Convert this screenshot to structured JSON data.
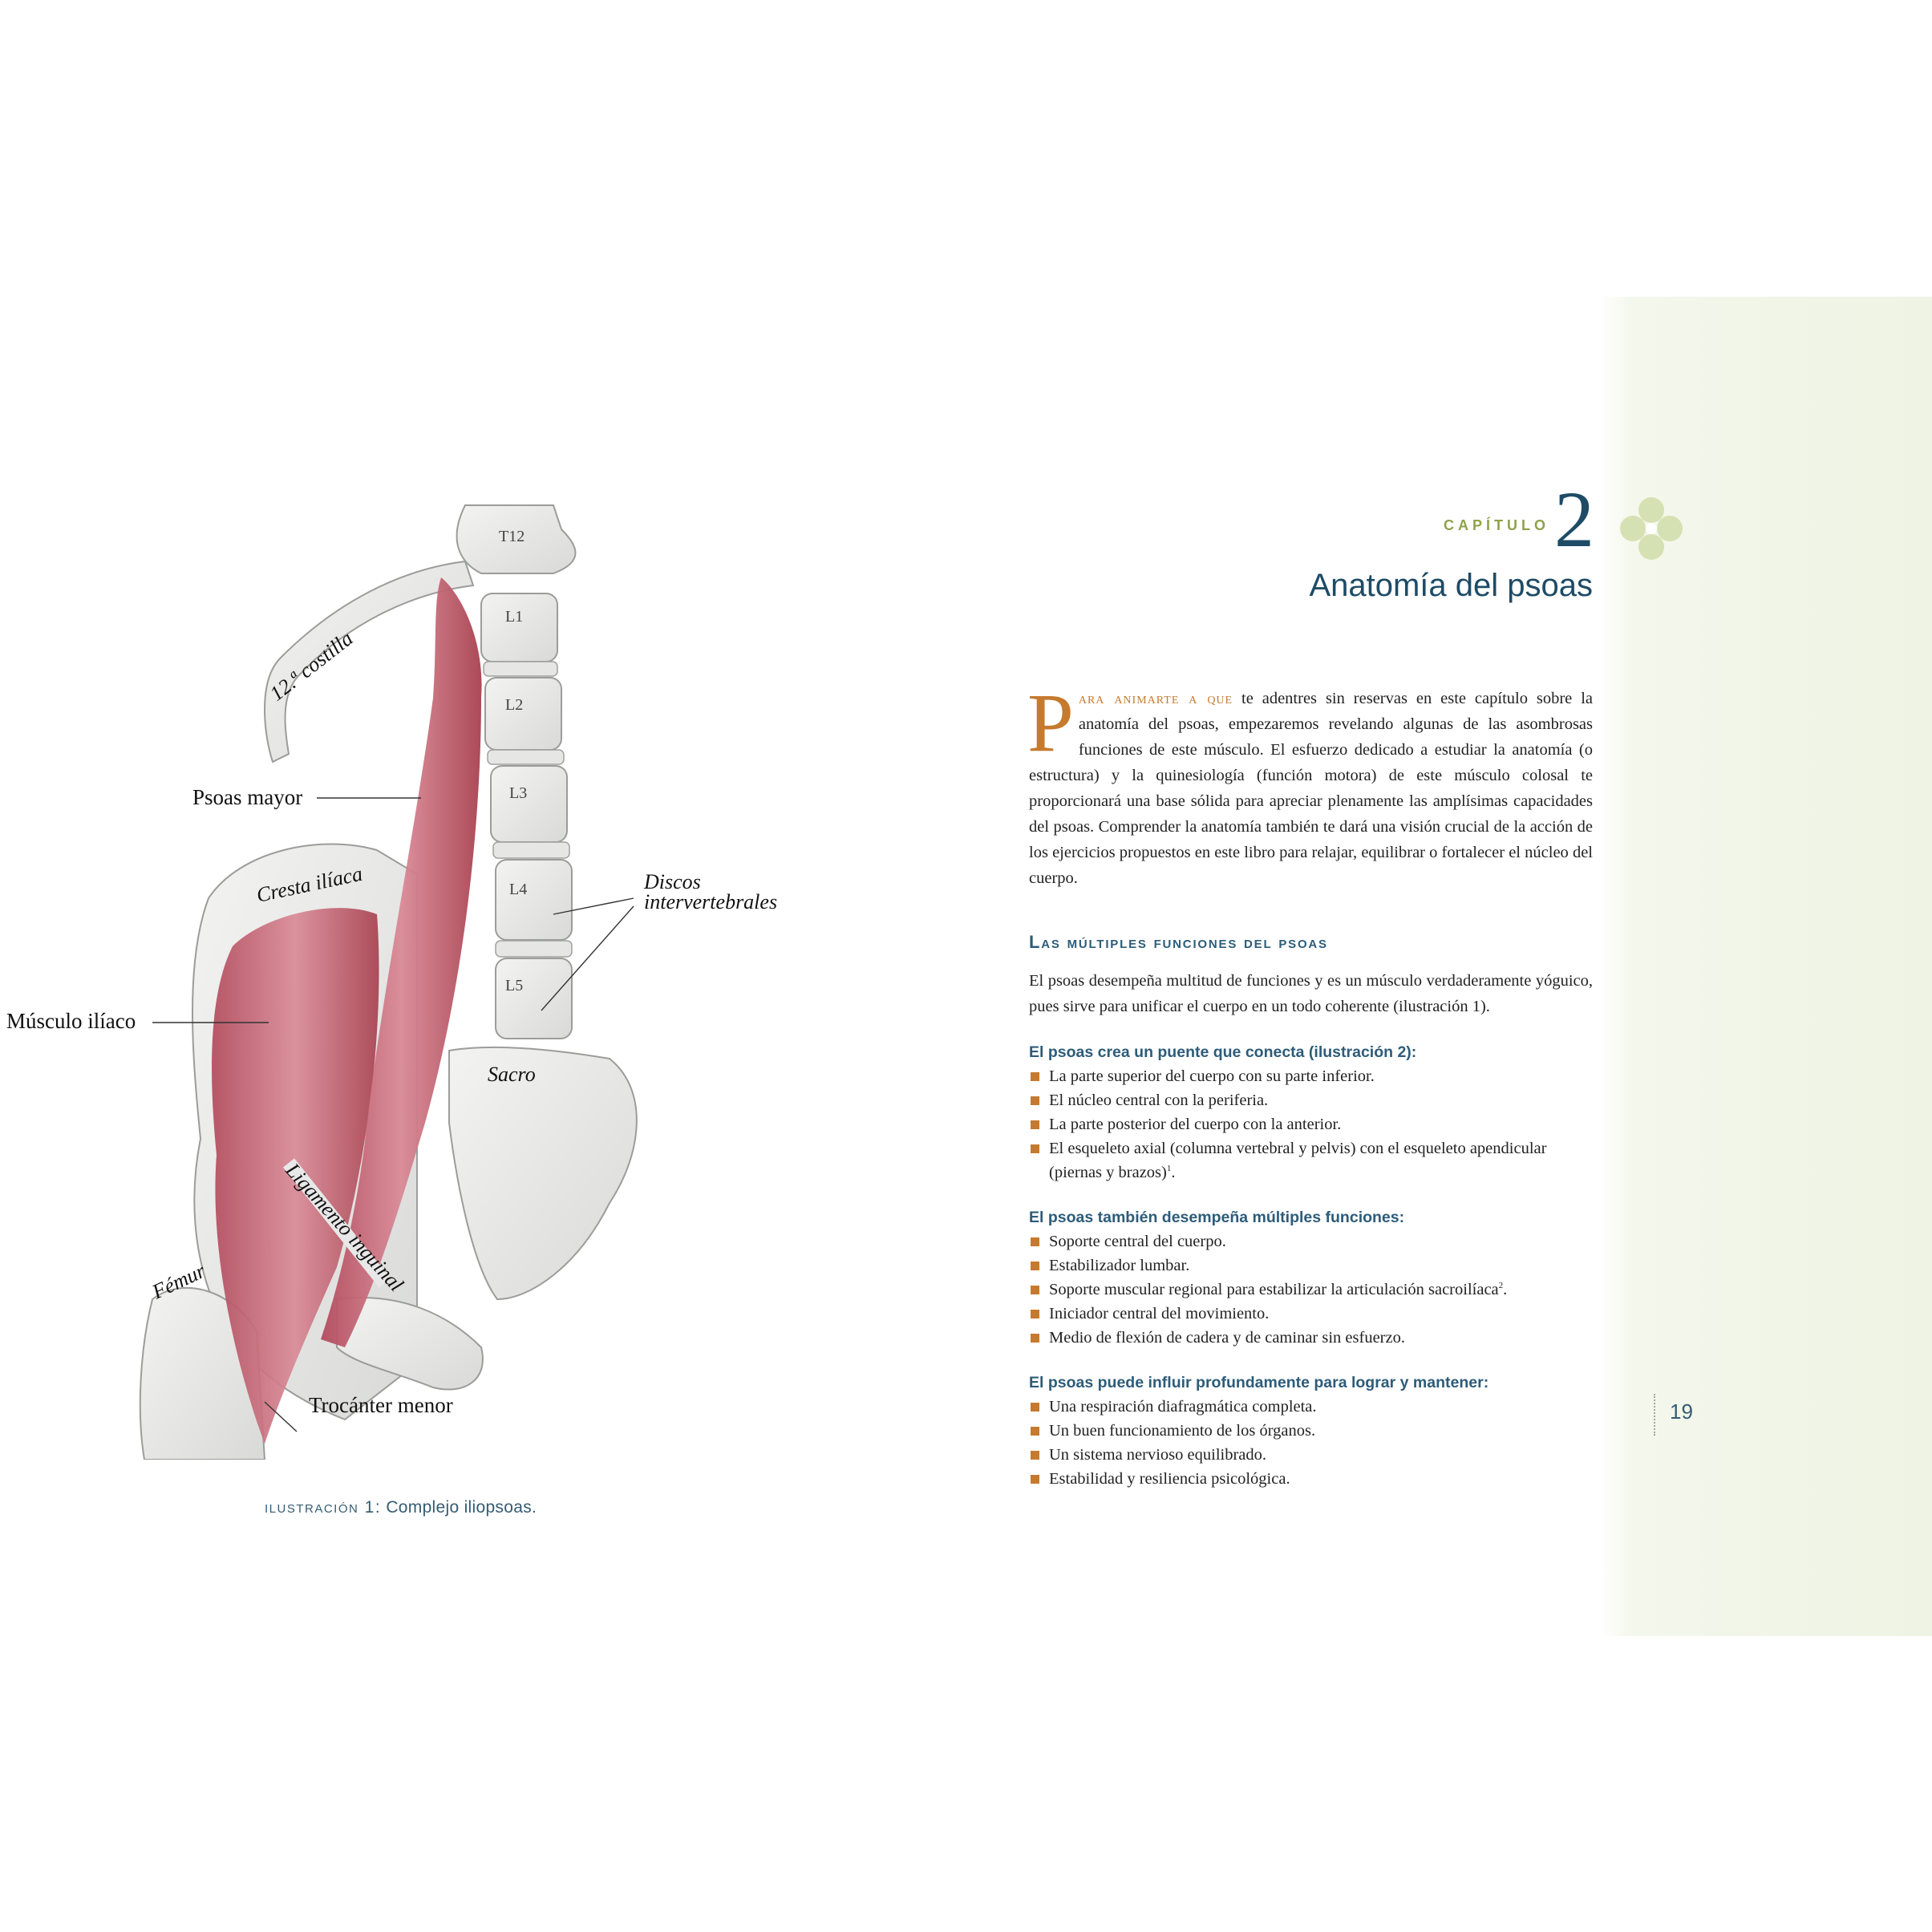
{
  "figure": {
    "labels": {
      "t12": "T12",
      "l1": "L1",
      "l2": "L2",
      "l3": "L3",
      "l4": "L4",
      "l5": "L5",
      "costilla": "12.ª costilla",
      "psoas_mayor": "Psoas mayor",
      "cresta": "Cresta ilíaca",
      "discos_1": "Discos",
      "discos_2": "intervertebrales",
      "iliaco": "Músculo ilíaco",
      "sacro": "Sacro",
      "ligamento": "Ligamento inguinal",
      "femur": "Fémur",
      "trocanter": "Trocánter menor"
    },
    "caption_lead": "ilustración 1:",
    "caption_text": " Complejo iliopsoas."
  },
  "chapter": {
    "label": "CAPÍTULO",
    "number": "2",
    "title": "Anatomía del psoas"
  },
  "intro": {
    "dropcap": "P",
    "lead": "ara animarte a que",
    "text": " te adentres sin reservas en este capítulo sobre la anatomía del psoas, empezaremos revelando algunas de las asombrosas funciones de este músculo. El esfuerzo dedicado a estudiar la anatomía (o estructura) y la quinesiología (función motora) de este músculo colosal te proporcionará una base sólida para apreciar plenamente las amplísimas capacidades del psoas. Comprender la anatomía también te dará una visión crucial de la acción de los ejercicios propuestos en este libro para relajar, equilibrar o fortalecer el núcleo del cuerpo."
  },
  "section": {
    "heading": "Las múltiples funciones del psoas",
    "paragraph": "El psoas desempeña multitud de funciones y es un músculo verdaderamente yóguico, pues sirve para unificar el cuerpo en un todo coherente (ilustración 1)."
  },
  "list1": {
    "heading": "El psoas crea un puente que conecta (ilustración 2):",
    "items": [
      "La parte superior del cuerpo con su parte inferior.",
      "El núcleo central con la periferia.",
      "La parte posterior del cuerpo con la anterior.",
      "El esqueleto axial (columna vertebral y pelvis) con el esqueleto apendicular (piernas y brazos)"
    ],
    "sup4": "1"
  },
  "list2": {
    "heading": "El psoas también desempeña múltiples funciones:",
    "items": [
      "Soporte central del cuerpo.",
      "Estabilizador lumbar.",
      "Soporte muscular regional para estabilizar la articulación sacroilíaca",
      "Iniciador central del movimiento.",
      "Medio de flexión de cadera y de caminar sin esfuerzo."
    ],
    "sup3": "2"
  },
  "list3": {
    "heading": "El psoas puede influir profundamente para lograr y mantener:",
    "items": [
      "Una respiración diafragmática completa.",
      "Un buen funcionamiento de los órganos.",
      "Un sistema nervioso equilibrado.",
      "Estabilidad y resiliencia psicológica."
    ]
  },
  "page_number": "19",
  "colors": {
    "accent_orange": "#c67a2e",
    "heading_blue": "#2d5c79",
    "chapter_green": "#8fa24a",
    "muscle_red": "#c45a6a"
  }
}
